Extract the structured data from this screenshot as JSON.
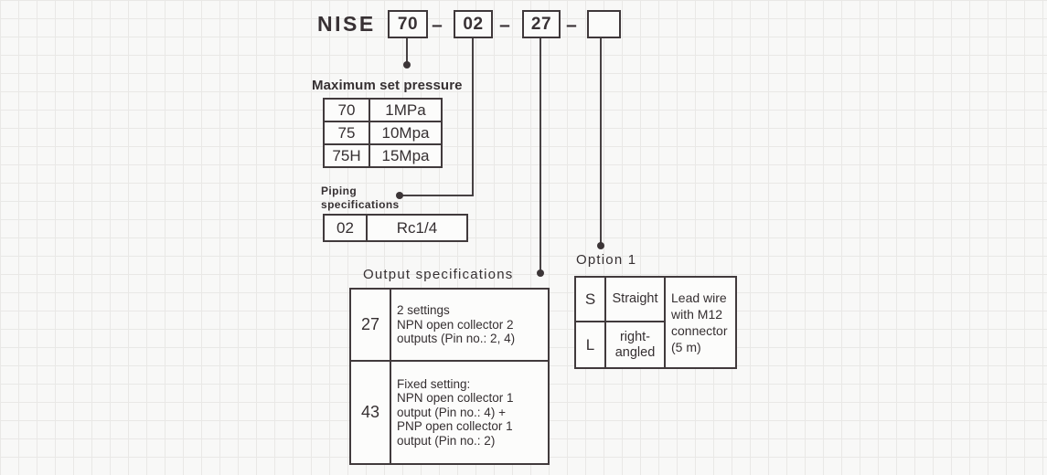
{
  "header": {
    "brand": "NISE",
    "separator": "–",
    "segments": [
      {
        "value": "70"
      },
      {
        "value": "02"
      },
      {
        "value": "27"
      },
      {
        "value": ""
      }
    ]
  },
  "pressure": {
    "title": "Maximum set pressure",
    "rows": [
      {
        "code": "70",
        "value": "1MPa"
      },
      {
        "code": "75",
        "value": "10Mpa"
      },
      {
        "code": "75H",
        "value": "15Mpa"
      }
    ]
  },
  "piping": {
    "label": "Piping\nspecifications",
    "code": "02",
    "value": "Rc1/4"
  },
  "output": {
    "title": "Output specifications",
    "rows": [
      {
        "code": "27",
        "desc": "2 settings\nNPN open collector 2\noutputs (Pin no.: 2, 4)"
      },
      {
        "code": "43",
        "desc": "Fixed setting:\nNPN open collector 1\noutput (Pin no.: 4) +\nPNP open collector 1\noutput (Pin no.: 2)"
      }
    ]
  },
  "option1": {
    "title": "Option 1",
    "rows": [
      {
        "code": "S",
        "value": "Straight"
      },
      {
        "code": "L",
        "value": "right-\nangled"
      }
    ],
    "shared_value": "Lead wire\nwith M12\nconnector\n(5 m)"
  },
  "colors": {
    "accent_red": "#e8382a",
    "border_dark": "#413a3c",
    "text_dark": "#352f31"
  }
}
